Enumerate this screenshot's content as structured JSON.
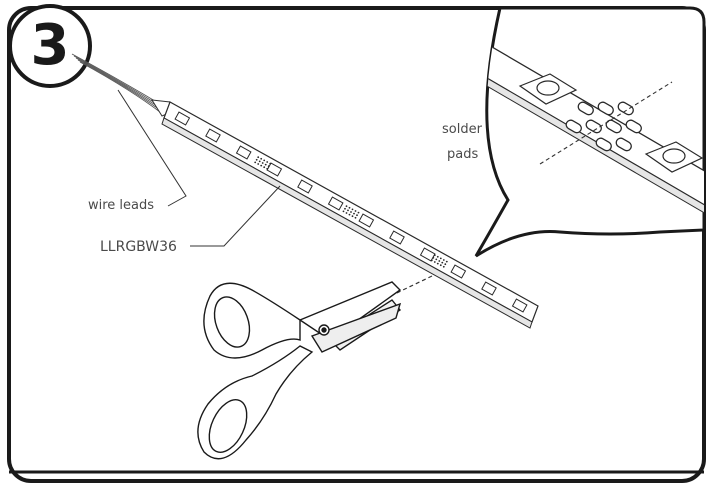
{
  "step": {
    "number": "3"
  },
  "labels": {
    "solder_line1": "solder",
    "solder_line2": "pads",
    "wire_leads": "wire leads",
    "model": "LLRGBW36"
  }
}
